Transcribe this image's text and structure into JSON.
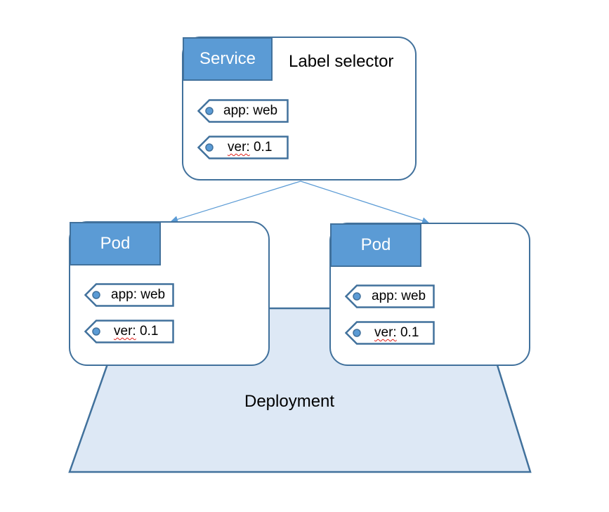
{
  "service": {
    "title": "Service",
    "subtitle": "Label selector",
    "labels": [
      {
        "key": "app:",
        "value": "web"
      },
      {
        "key": "ver:",
        "value": "0.1"
      }
    ]
  },
  "pods": [
    {
      "title": "Pod",
      "labels": [
        {
          "key": "app:",
          "value": "web"
        },
        {
          "key": "ver:",
          "value": "0.1"
        }
      ]
    },
    {
      "title": "Pod",
      "labels": [
        {
          "key": "app:",
          "value": "web"
        },
        {
          "key": "ver:",
          "value": "0.1"
        }
      ]
    }
  ],
  "deployment": {
    "label": "Deployment"
  },
  "colors": {
    "header_fill": "#5b9bd5",
    "border": "#41719c",
    "deployment_fill": "#dde8f5",
    "connector": "#5b9bd5",
    "spellcheck": "#e0201a"
  }
}
